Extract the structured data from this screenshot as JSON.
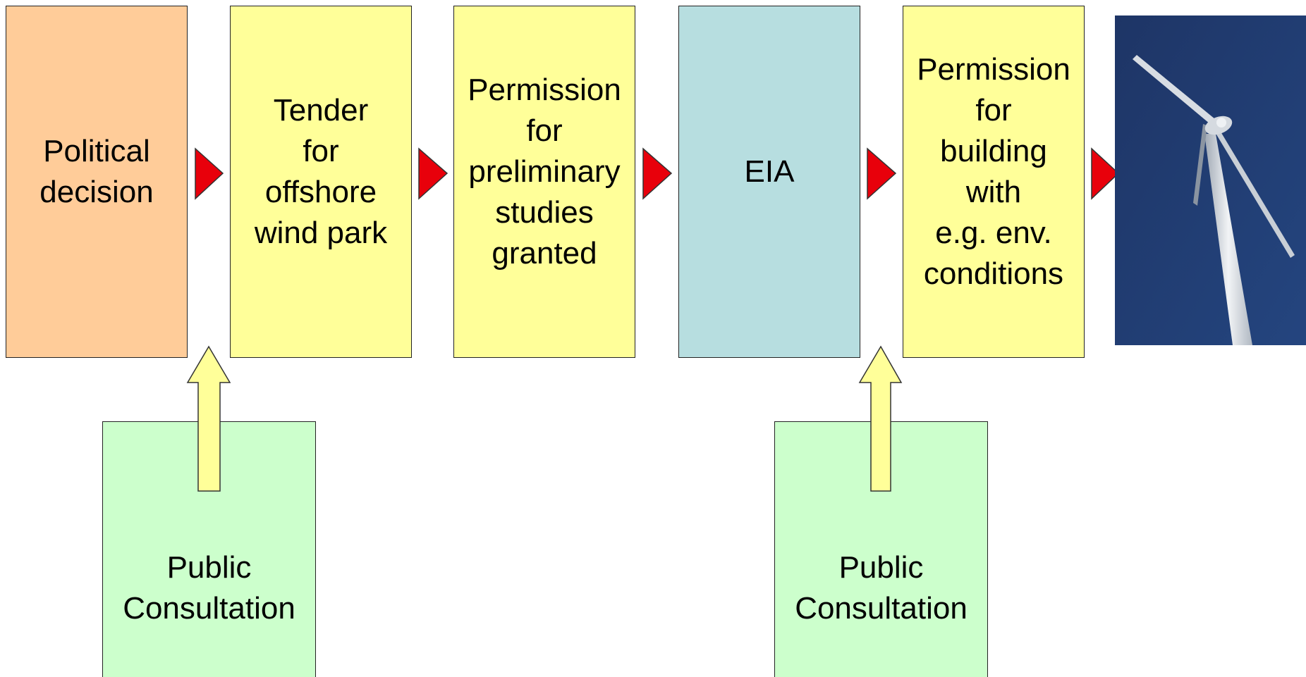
{
  "colors": {
    "political": "#FFCC99",
    "process": "#FFFF99",
    "eia": "#B7DEE0",
    "consultation": "#CCFFCC",
    "arrow_red": "#E8000B",
    "arrow_up": "#FFFF99",
    "sky": "#1F3A6E"
  },
  "steps": [
    {
      "id": "political-decision",
      "label": "Political\ndecision"
    },
    {
      "id": "tender",
      "label": "Tender\nfor\noffshore\nwind park"
    },
    {
      "id": "permission-preliminary",
      "label": "Permission\nfor\npreliminary\nstudies\ngranted"
    },
    {
      "id": "eia",
      "label": "EIA"
    },
    {
      "id": "permission-building",
      "label": "Permission\nfor\nbuilding\nwith\ne.g. env.\nconditions"
    }
  ],
  "consultations": [
    {
      "id": "consultation-1",
      "label": "Public\nConsultation"
    },
    {
      "id": "consultation-2",
      "label": "Public\nConsultation"
    }
  ],
  "image": {
    "icon": "wind-turbine-icon"
  }
}
